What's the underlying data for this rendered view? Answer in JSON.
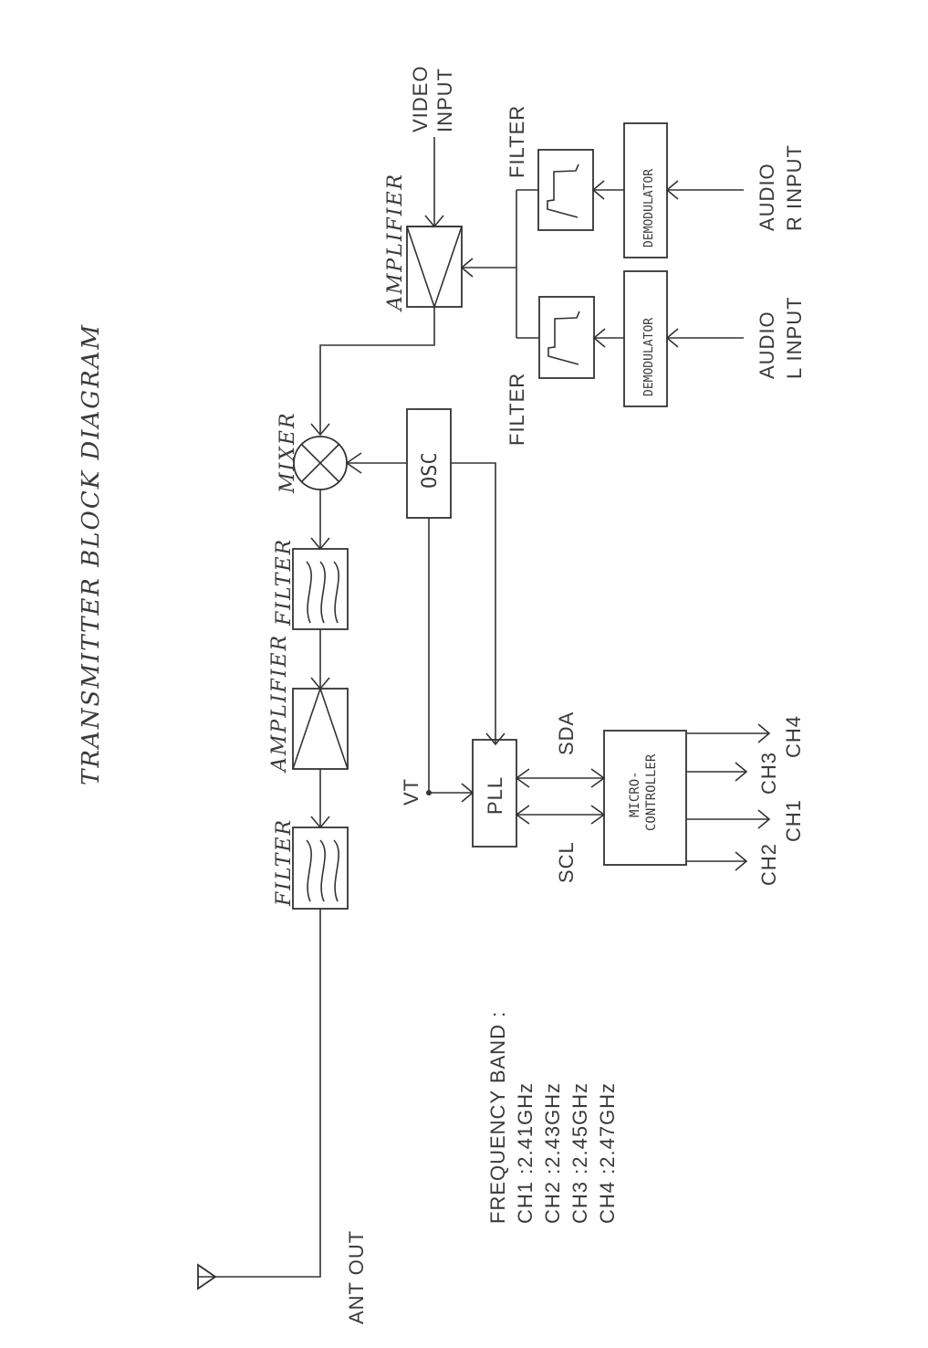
{
  "title": "TRANSMITTER BLOCK DIAGRAM",
  "blocks": {
    "amplifier_top": "AMPLIFIER",
    "video_input": [
      "VIDEO",
      "INPUT"
    ],
    "filter_r": "FILTER",
    "filter_l": "FILTER",
    "demod_r": "DEMODULATOR",
    "demod_l": "DEMODULATOR",
    "audio_r": [
      "AUDIO",
      "R INPUT"
    ],
    "audio_l": [
      "AUDIO",
      "L INPUT"
    ],
    "mixer": "MIXER",
    "osc": "OSC",
    "filter_mid": "FILTER",
    "amplifier_mid": "AMPLIFIER",
    "filter_low": "FILTER",
    "vt": "VT",
    "pll": "PLL",
    "sda": "SDA",
    "scl": "SCL",
    "microcontroller": [
      "MICRO-",
      "CONTROLLER"
    ],
    "ant_out": "ANT OUT"
  },
  "channels": [
    "CH4",
    "CH3",
    "CH1",
    "CH2"
  ],
  "frequency_band": {
    "heading": "FREQUENCY BAND :",
    "rows": [
      "CH1 :2.41GHz",
      "CH2 :2.43GHz",
      "CH3 :2.45GHz",
      "CH4 :2.47GHz"
    ]
  }
}
